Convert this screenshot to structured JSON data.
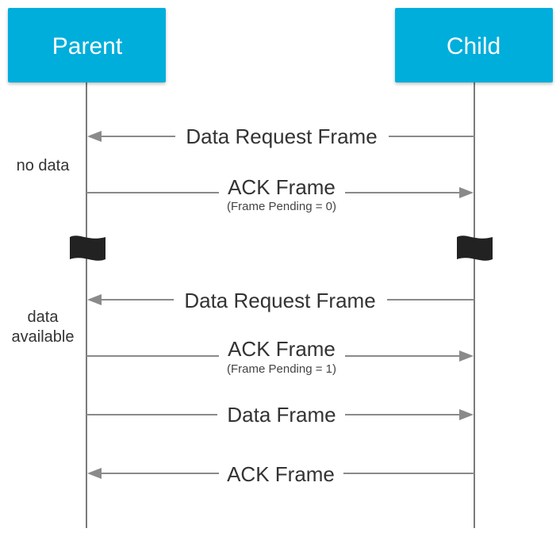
{
  "actors": {
    "parent": "Parent",
    "child": "Child"
  },
  "colors": {
    "actor_box": "#00aedb",
    "line": "#7a7a7a",
    "arrow": "#8a8a8a",
    "break_marker": "#222222",
    "text": "#333333"
  },
  "notes": {
    "no_data": "no data",
    "data_available_1": "data",
    "data_available_2": "available"
  },
  "messages": [
    {
      "label": "Data Request Frame",
      "sub": "",
      "direction": "child-to-parent"
    },
    {
      "label": "ACK Frame",
      "sub": "(Frame Pending = 0)",
      "direction": "parent-to-child"
    },
    {
      "label": "Data Request Frame",
      "sub": "",
      "direction": "child-to-parent"
    },
    {
      "label": "ACK Frame",
      "sub": "(Frame Pending = 1)",
      "direction": "parent-to-child"
    },
    {
      "label": "Data Frame",
      "sub": "",
      "direction": "parent-to-child"
    },
    {
      "label": "ACK Frame",
      "sub": "",
      "direction": "child-to-parent"
    }
  ]
}
